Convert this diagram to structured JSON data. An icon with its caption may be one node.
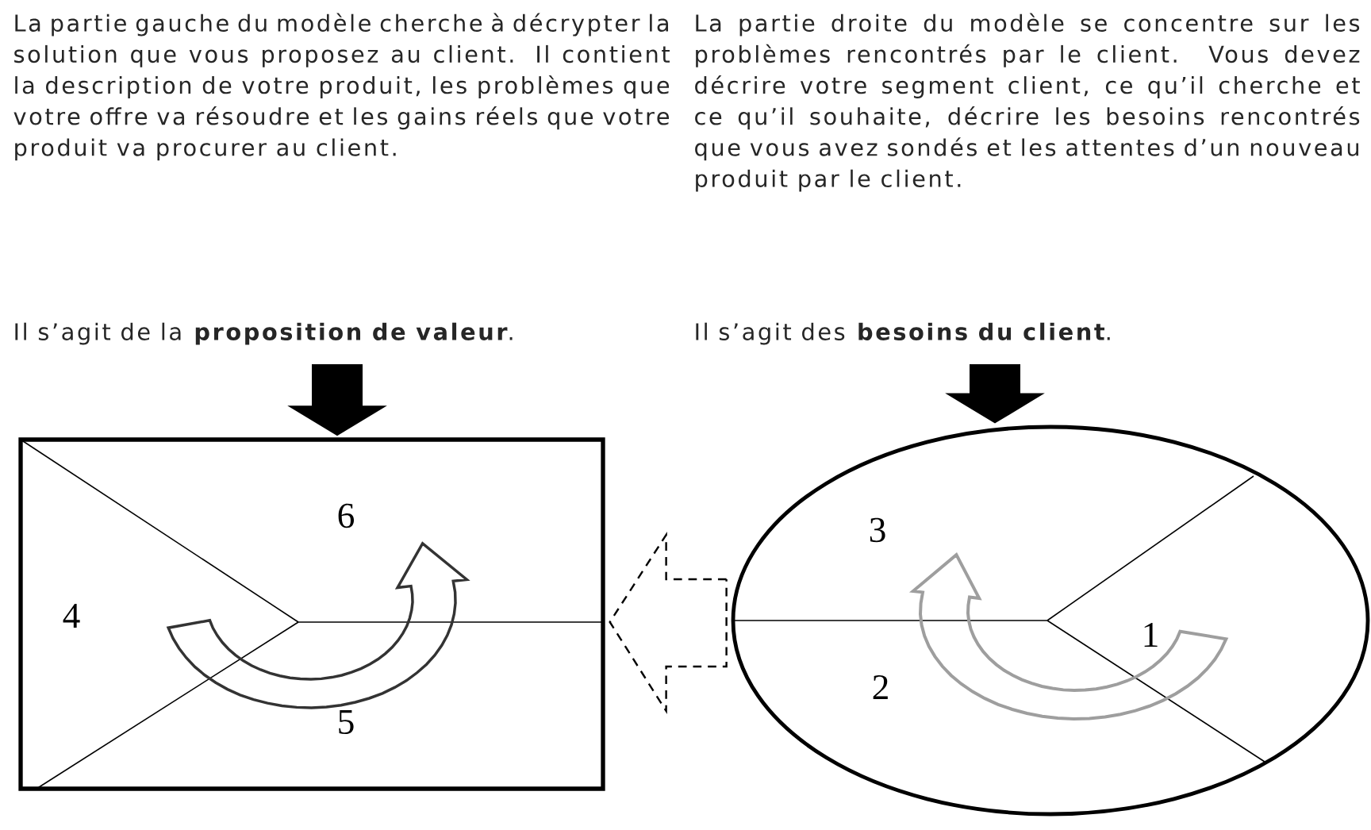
{
  "diagram": {
    "nodes": [
      {
        "text": [
          "La partie gauche du modèle cherche à décrypter la solution que vous proposez au client. Il contient la description de votre produit, les problèmes que votre offre va résoudre et les gains réels que votre produit va procurer au client.",
          "Il s’agit de la **proposition de valeur**."
        ]
      },
      {
        "text": [
          "La partie droite du modèle se concentre sur les problèmes rencontrés par le client. Vous devez décrire votre segment client, ce qu’il cherche et ce qu’il souhaite, décrire les besoins rencontrés que vous avez sondés et les attentes d’un nouveau produit par le client.",
          "Il s’agit des **besoins du client**."
        ]
      },
      {
        "text": [
          "6",
          "4",
          "5"
        ]
      },
      {
        "text": [
          "3",
          "1",
          "2"
        ]
      }
    ],
    "edges": [
      {
        "from": 0,
        "to": 2,
        "arrow": "to"
      },
      {
        "from": 1,
        "to": 3,
        "arrow": "to"
      },
      {
        "from": 3,
        "to": 2,
        "arrow": "to",
        "style": "dashed"
      }
    ]
  }
}
